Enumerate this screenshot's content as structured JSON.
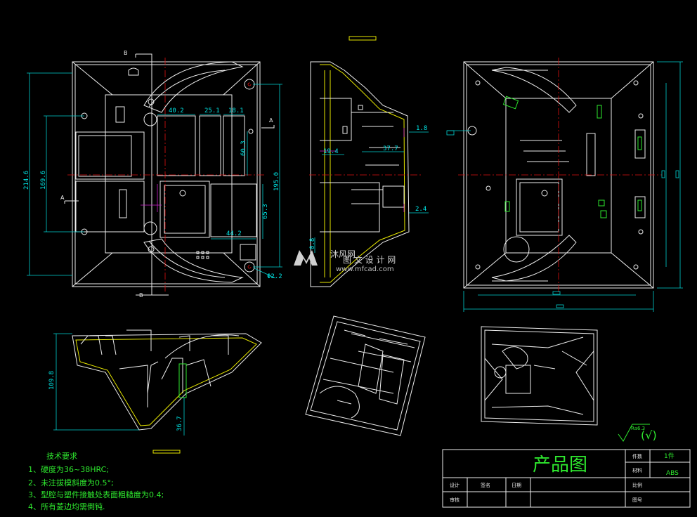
{
  "top_view": {
    "section_label_top": "B",
    "section_label_bottom": "B",
    "section_label_left": "A",
    "section_label_right": "A",
    "dims": {
      "d1": "214.6",
      "d2": "169.6",
      "d3": "195.0",
      "d4": "40.2",
      "d5": "25.1",
      "d6": "18.1",
      "d7": "60.3",
      "d8": "65.3",
      "d9": "44.2",
      "d10": "Φ2.2"
    }
  },
  "section_view": {
    "dims": {
      "d1": "1.8",
      "d2": "19.4",
      "d3": "37.7",
      "d4": "2.4",
      "d5": "0.8"
    }
  },
  "perspective_section": {
    "dims": {
      "d1": "109.8",
      "d2": "36.7"
    }
  },
  "watermark": {
    "cn": "图 文 设 计 网",
    "en": "www.mfcad.com",
    "mark": "沐风网"
  },
  "roughness": {
    "value": "Ra6.3",
    "symbol": "(√)"
  },
  "tech_requirements": {
    "title": "技术要求",
    "items": [
      "1、硬度为36~38HRC;",
      "2、未注拔模斜度为0.5°;",
      "3、型腔与塑件接触处表面粗糙度为0.4;",
      "4、所有菱边均需倒钝."
    ]
  },
  "title_block": {
    "title": "产品图",
    "quantity_label": "件数",
    "quantity_value": "1件",
    "material_label": "材料",
    "material_value": "ABS",
    "scale_label": "比例",
    "drawing_no_label": "图号",
    "designer_label": "设计",
    "signature_label": "签名",
    "date_label": "日期",
    "reviewer_label": "审核"
  }
}
